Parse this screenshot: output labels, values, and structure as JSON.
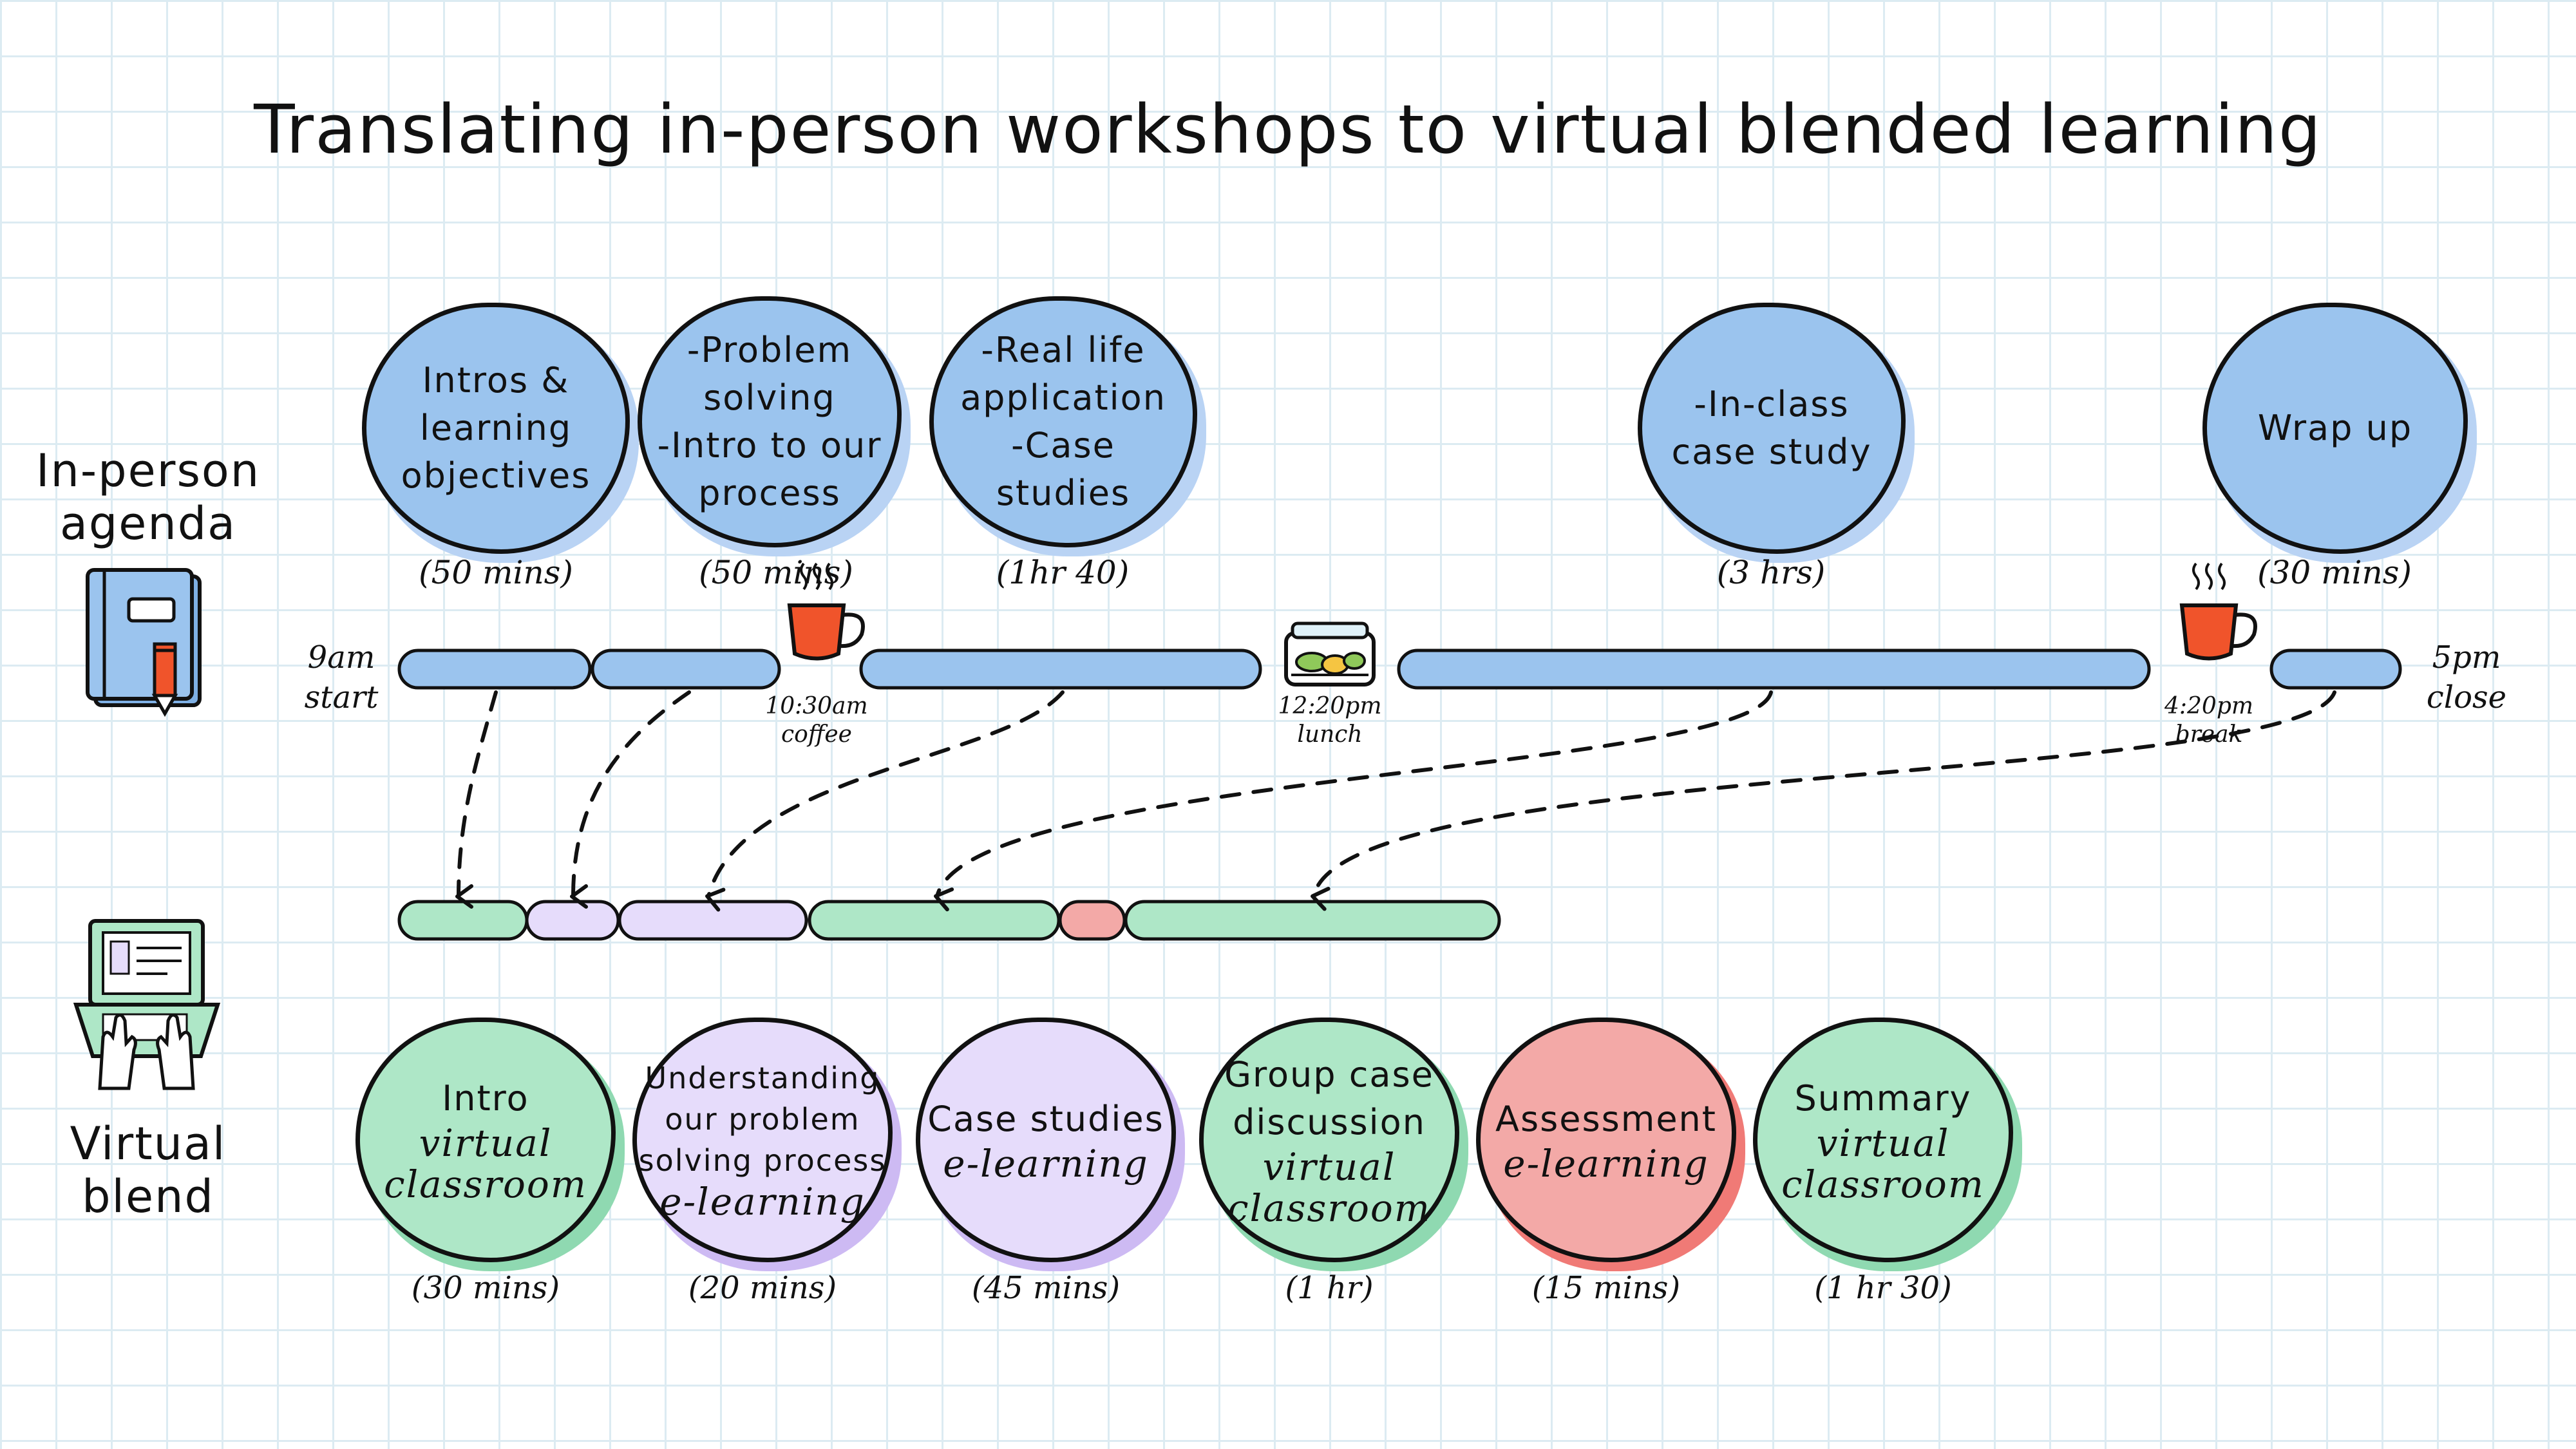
{
  "title": "Translating in-person workshops to virtual blended learning",
  "in_person": {
    "label_lines": [
      "In-person",
      "agenda"
    ],
    "start_lines": [
      "9am",
      "start"
    ],
    "end_lines": [
      "5pm",
      "close"
    ],
    "sessions": [
      {
        "lines": [
          "Intros &",
          "learning",
          "objectives"
        ],
        "duration": "(50 mins)"
      },
      {
        "lines": [
          "-Problem",
          "solving",
          "-Intro to our",
          "process"
        ],
        "duration": "(50 mins)"
      },
      {
        "lines": [
          "-Real life",
          "application",
          "-Case",
          "studies"
        ],
        "duration": "(1hr 40)"
      },
      {
        "lines": [
          "-In-class",
          "case study"
        ],
        "duration": "(3 hrs)"
      },
      {
        "lines": [
          "Wrap up"
        ],
        "duration": "(30 mins)"
      }
    ],
    "breaks": [
      {
        "time": "10:30am",
        "label": "coffee",
        "icon": "coffee-cup-icon"
      },
      {
        "time": "12:20pm",
        "label": "lunch",
        "icon": "lunchbox-icon"
      },
      {
        "time": "4:20pm",
        "label": "break",
        "icon": "coffee-cup-icon"
      }
    ]
  },
  "virtual": {
    "label_lines": [
      "Virtual",
      "blend"
    ],
    "sessions": [
      {
        "lines": [
          "Intro"
        ],
        "type": [
          "virtual",
          "classroom"
        ],
        "duration": "(30 mins)",
        "kind": "virtual"
      },
      {
        "lines": [
          "Understanding",
          "our problem",
          "solving process"
        ],
        "type": [
          "e-learning"
        ],
        "duration": "(20 mins)",
        "kind": "elearning"
      },
      {
        "lines": [
          "Case studies"
        ],
        "type": [
          "e-learning"
        ],
        "duration": "(45 mins)",
        "kind": "elearning"
      },
      {
        "lines": [
          "Group case",
          "discussion"
        ],
        "type": [
          "virtual",
          "classroom"
        ],
        "duration": "(1 hr)",
        "kind": "virtual"
      },
      {
        "lines": [
          "Assessment"
        ],
        "type": [
          "e-learning"
        ],
        "duration": "(15 mins)",
        "kind": "assessment"
      },
      {
        "lines": [
          "Summary"
        ],
        "type": [
          "virtual",
          "classroom"
        ],
        "duration": "(1 hr 30)",
        "kind": "virtual"
      }
    ]
  },
  "colors": {
    "in_person": "#9bc4ee",
    "in_person_shadow": "#b9d3f4",
    "virtual_classroom": "#aee7c7",
    "e_learning": "#e6dcfb",
    "assessment": "#f3a9a7",
    "assessment_shadow": "#f07a76",
    "e_learning_shadow": "#cdbaf3",
    "virtual_shadow": "#8fd9b1",
    "outline": "#111111",
    "grid": "#dcebf2",
    "coffee": "#f0542b"
  }
}
